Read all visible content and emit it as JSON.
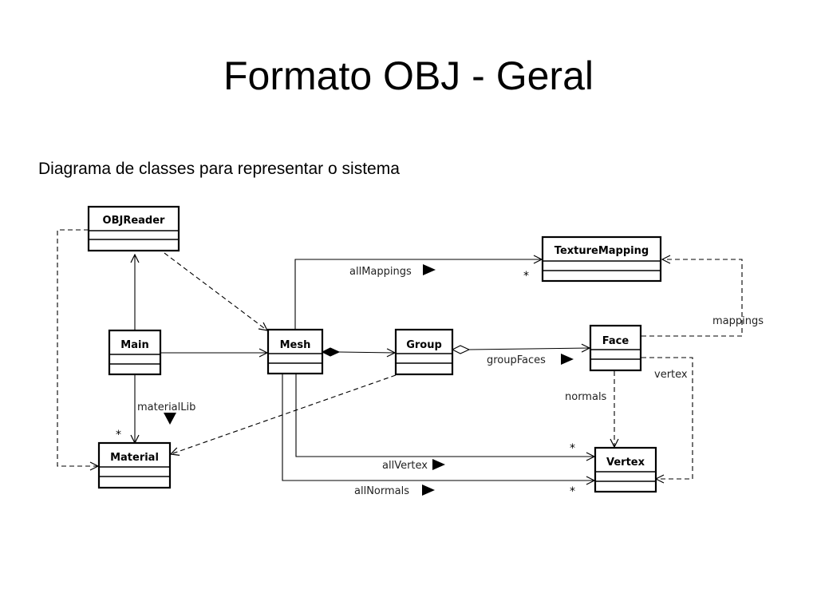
{
  "slide": {
    "title": "Formato OBJ - Geral",
    "subtitle": "Diagrama de classes para representar o sistema"
  },
  "classes": {
    "objreader": "OBJReader",
    "texturemapping": "TextureMapping",
    "main": "Main",
    "mesh": "Mesh",
    "group": "Group",
    "face": "Face",
    "material": "Material",
    "vertex": "Vertex"
  },
  "labels": {
    "all_mappings": "allMappings",
    "group_faces": "groupFaces",
    "mappings": "mappings",
    "vertex": "vertex",
    "normals": "normals",
    "material_lib": "materialLib",
    "all_vertex": "allVertex",
    "all_normals": "allNormals"
  },
  "multiplicity": {
    "texturemapping": "*",
    "material": "*",
    "vertex_allvertex": "*",
    "vertex_allnormals": "*"
  }
}
